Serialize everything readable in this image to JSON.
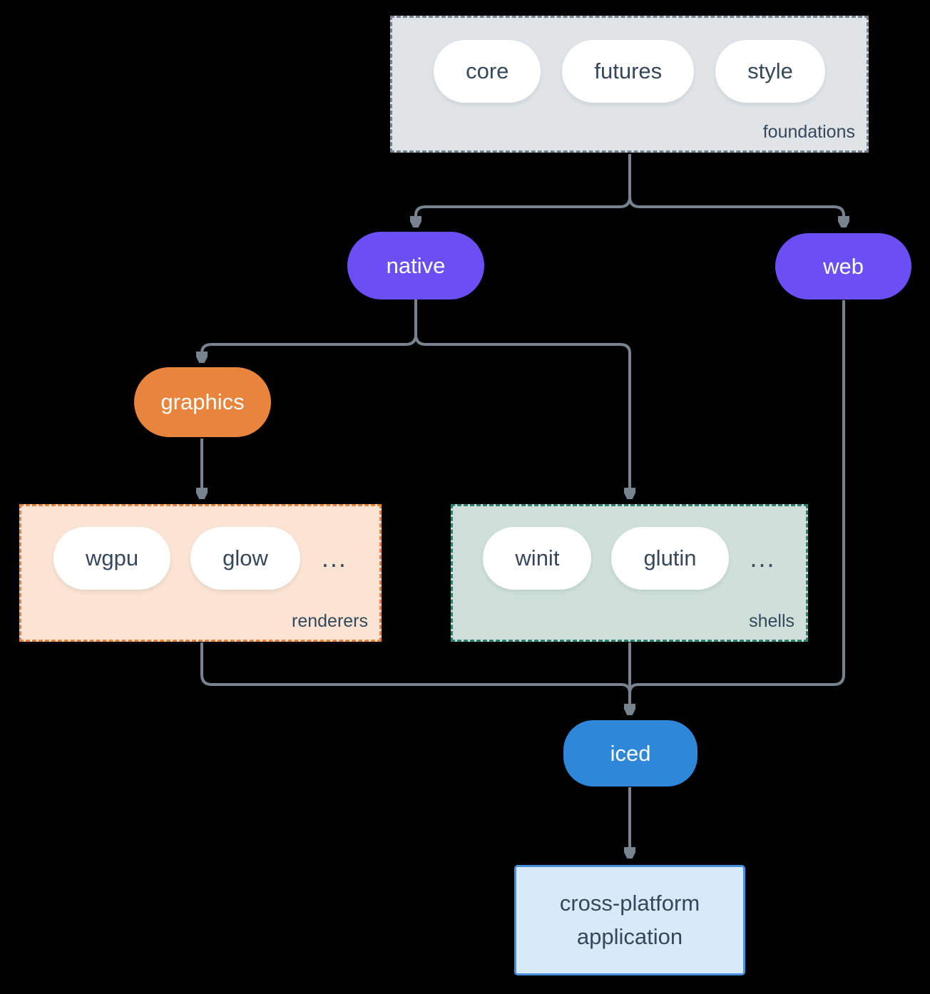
{
  "colors": {
    "background": "#000000",
    "edge": "#77838f",
    "node_purple": "#6b4ff5",
    "node_orange": "#e8843c",
    "node_blue": "#2e87d8",
    "pill_white": "#ffffff",
    "text_dark": "#36475a",
    "text_light": "#ffffff",
    "foundations_bg": "#e0e4e7",
    "foundations_border": "#76838f",
    "renderers_bg": "#fbe4d3",
    "renderers_border": "#e8843c",
    "shells_bg": "#cfe0da",
    "shells_border": "#2e8070",
    "app_bg": "#d8e9f9",
    "app_border": "#4a90d9"
  },
  "groups": {
    "foundations": {
      "label": "foundations",
      "pills": [
        "core",
        "futures",
        "style"
      ]
    },
    "renderers": {
      "label": "renderers",
      "pills": [
        "wgpu",
        "glow"
      ],
      "more": "..."
    },
    "shells": {
      "label": "shells",
      "pills": [
        "winit",
        "glutin"
      ],
      "more": "..."
    }
  },
  "nodes": {
    "native": "native",
    "web": "web",
    "graphics": "graphics",
    "iced": "iced",
    "application": "cross-platform application"
  },
  "edges": [
    {
      "from": "foundations",
      "to": "native"
    },
    {
      "from": "foundations",
      "to": "web"
    },
    {
      "from": "native",
      "to": "graphics"
    },
    {
      "from": "native",
      "to": "shells"
    },
    {
      "from": "graphics",
      "to": "renderers"
    },
    {
      "from": "renderers",
      "to": "iced"
    },
    {
      "from": "shells",
      "to": "iced"
    },
    {
      "from": "web",
      "to": "iced"
    },
    {
      "from": "iced",
      "to": "application"
    }
  ]
}
